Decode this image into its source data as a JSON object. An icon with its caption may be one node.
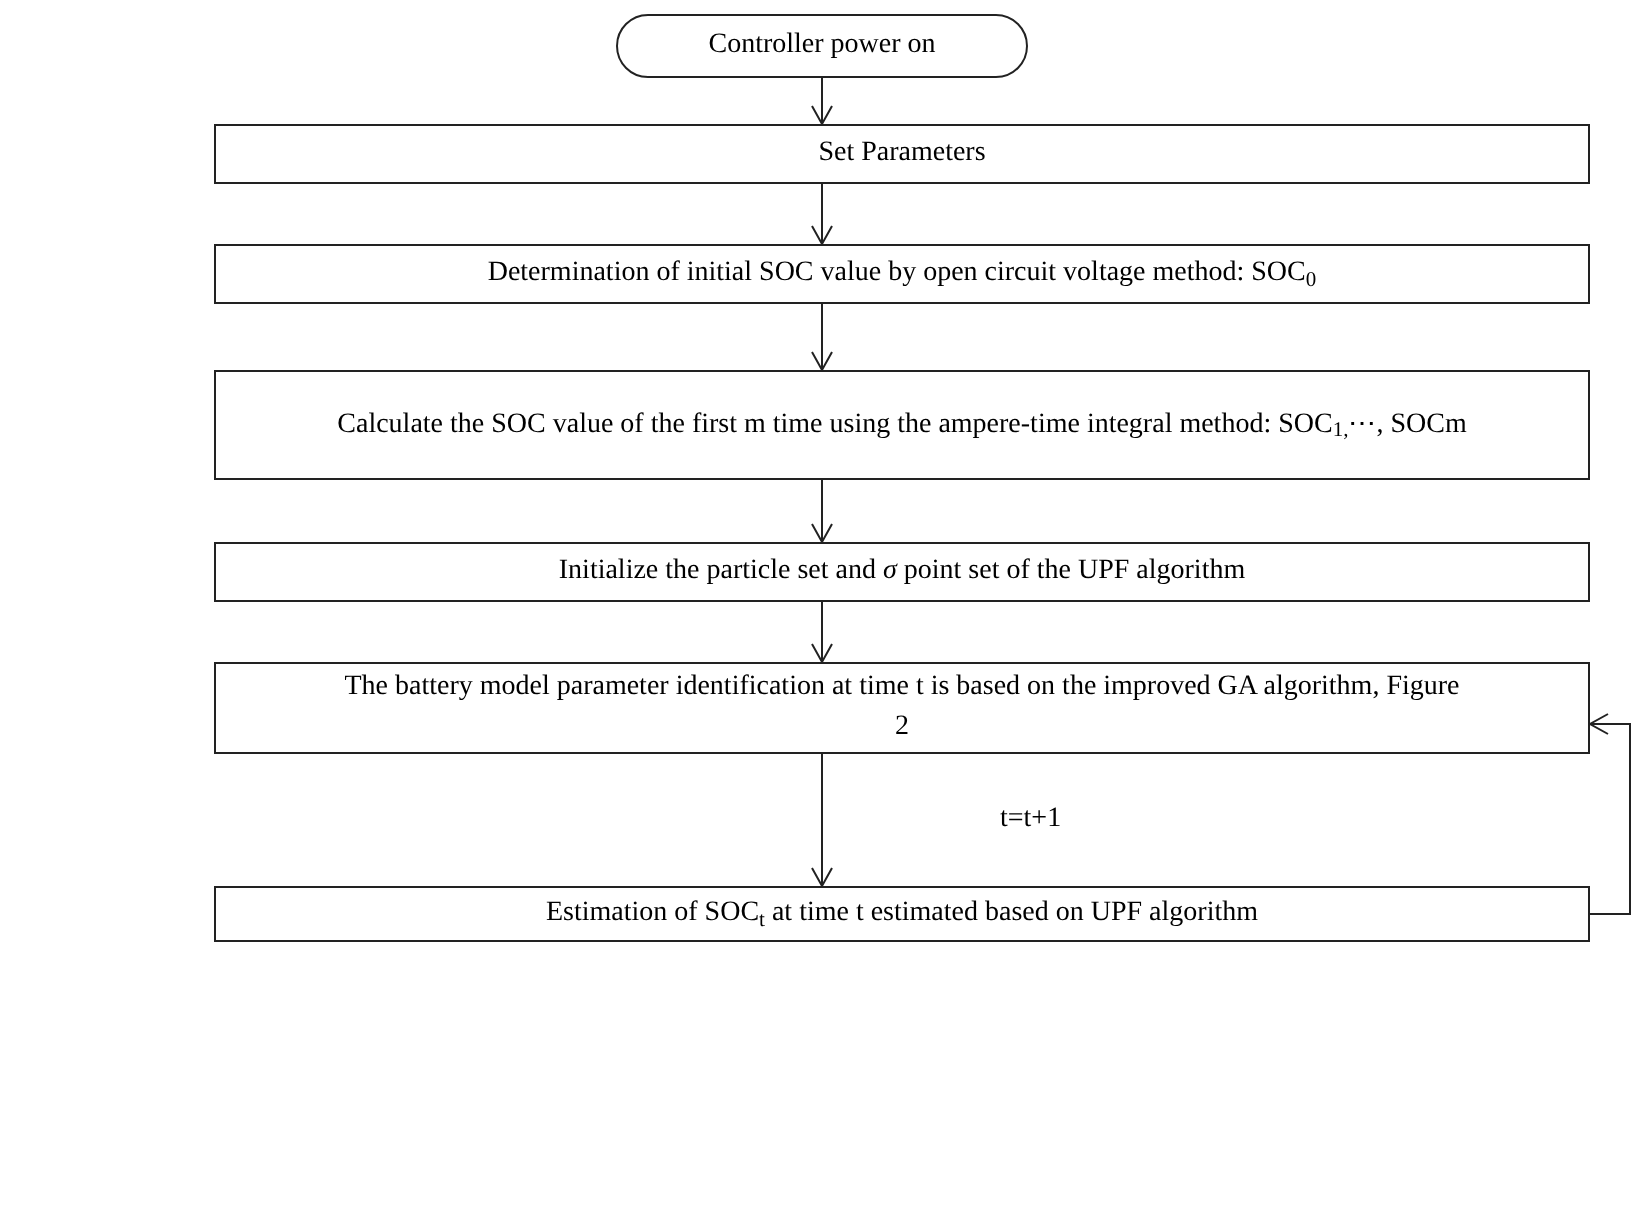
{
  "diagram": {
    "nodes": [
      {
        "text": [
          "Controller power on"
        ]
      },
      {
        "text": [
          "Set Parameters"
        ]
      },
      {
        "text": [
          "Determination of initial SOC value by open circuit voltage method: SOC$_{0}$"
        ]
      },
      {
        "text": [
          "Calculate the SOC value of the first m time using the ampere-time integral method: SOC$_{1,}$⋯, SOCm"
        ]
      },
      {
        "text": [
          "Initialize the particle set and *σ* point set of the UPF algorithm"
        ]
      },
      {
        "text": [
          "The battery model parameter identification at time t is based on the improved GA algorithm, Figure 2"
        ]
      },
      {
        "text": [
          "Estimation of SOC$_{t}$ at time t estimated based on UPF algorithm"
        ]
      }
    ],
    "edges": [
      {
        "from": 0,
        "to": 1,
        "arrow": "to"
      },
      {
        "from": 1,
        "to": 2,
        "arrow": "to"
      },
      {
        "from": 2,
        "to": 3,
        "arrow": "to"
      },
      {
        "from": 3,
        "to": 4,
        "arrow": "to"
      },
      {
        "from": 4,
        "to": 5,
        "arrow": "to"
      },
      {
        "from": 5,
        "to": 6,
        "arrow": "to"
      },
      {
        "from": 6,
        "to": 5,
        "arrow": "to"
      }
    ],
    "labels": [
      "t=t+1"
    ]
  }
}
